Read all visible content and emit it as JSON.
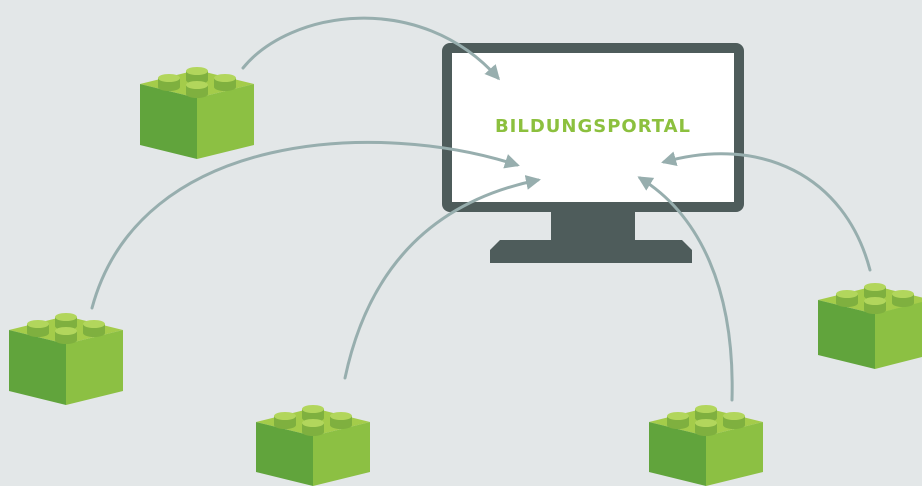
{
  "portal": {
    "title": "BILDUNGSPORTAL"
  },
  "bricks": [
    {
      "name": "brick-top-left"
    },
    {
      "name": "brick-middle-left"
    },
    {
      "name": "brick-bottom-left"
    },
    {
      "name": "brick-bottom-right"
    },
    {
      "name": "brick-right"
    }
  ],
  "colors": {
    "background": "#e3e7e8",
    "monitor": "#4e5c5b",
    "screen": "#ffffff",
    "title": "#8cc03e",
    "arrow": "#97aeae",
    "brick_top": "#a4cc4a",
    "brick_front": "#61a43c",
    "brick_side": "#8cc043"
  }
}
